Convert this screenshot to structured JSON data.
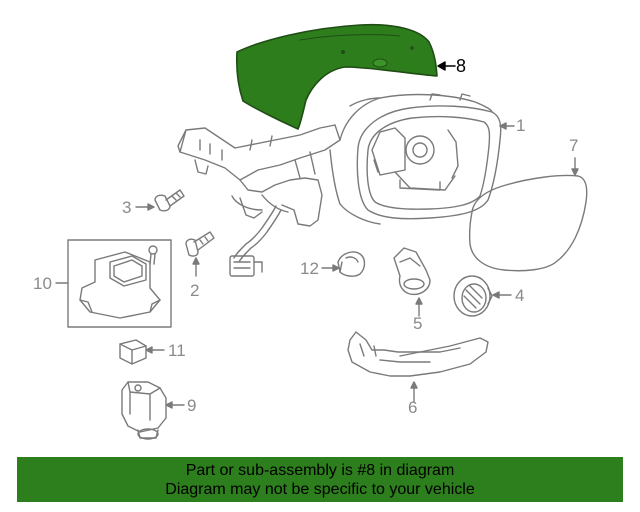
{
  "callouts": {
    "c1": "1",
    "c2": "2",
    "c3": "3",
    "c4": "4",
    "c5": "5",
    "c6": "6",
    "c7": "7",
    "c8": "8",
    "c9": "9",
    "c10": "10",
    "c11": "11",
    "c12": "12"
  },
  "highlighted_part": "8",
  "colors": {
    "highlight_fill": "#2e7d1c",
    "line_art": "#7a7a7a",
    "banner_bg": "#2d7e1d",
    "banner_text": "#000000"
  },
  "banner": {
    "line1": "Part or sub-assembly is #8 in diagram",
    "line2": "Diagram may not be specific to your vehicle"
  }
}
